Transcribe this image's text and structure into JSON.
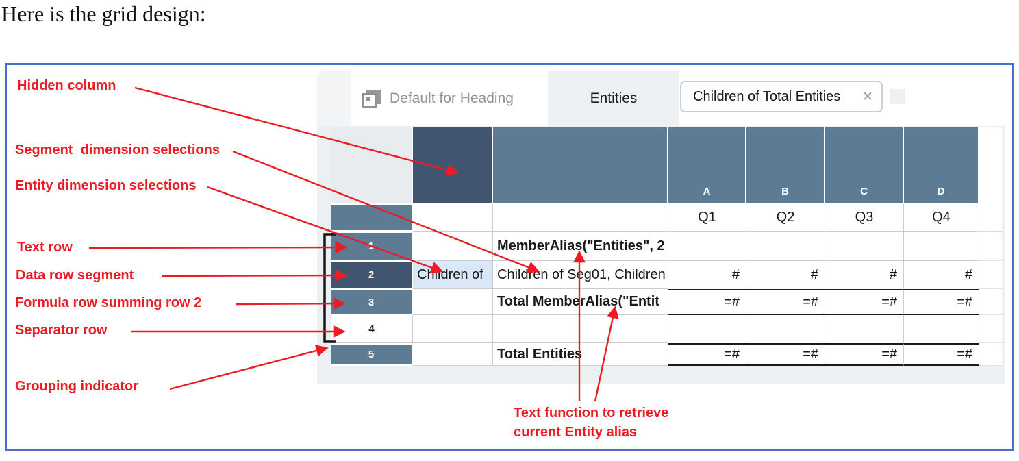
{
  "title": "Here is the grid design:",
  "toolbar": {
    "default_tab": {
      "label": "Default for Heading"
    },
    "entities_tab": {
      "label": "Entities"
    },
    "selection_chip": {
      "label": "Children of Total Entities",
      "close_glyph": "✕"
    }
  },
  "grid": {
    "column_letters": [
      "A",
      "B",
      "C",
      "D"
    ],
    "quarters": [
      "Q1",
      "Q2",
      "Q3",
      "Q4"
    ],
    "rows": [
      {
        "num": "1",
        "style": "blue",
        "hidden": "",
        "text": "MemberAlias(\"Entities\", 2",
        "bold": true,
        "values": [
          "",
          "",
          "",
          ""
        ],
        "thick": false
      },
      {
        "num": "2",
        "style": "dark",
        "hidden": "Children of",
        "text": "Children of Seg01, Children",
        "bold": false,
        "values": [
          "#",
          "#",
          "#",
          "#"
        ],
        "thick": false
      },
      {
        "num": "3",
        "style": "blue",
        "hidden": "",
        "text": "Total MemberAlias(\"Entit",
        "bold": true,
        "values": [
          "=#",
          "=#",
          "=#",
          "=#"
        ],
        "thick": true
      },
      {
        "num": "4",
        "style": "plain",
        "hidden": "",
        "text": "",
        "bold": false,
        "values": [
          "",
          "",
          "",
          ""
        ],
        "thick": false
      },
      {
        "num": "5",
        "style": "blue",
        "hidden": "",
        "text": "Total Entities",
        "bold": true,
        "values": [
          "=#",
          "=#",
          "=#",
          "=#"
        ],
        "thick": true
      }
    ]
  },
  "annotations": {
    "labels": [
      {
        "id": "hidden-column",
        "text": "Hidden column"
      },
      {
        "id": "segment-selections",
        "text": "Segment  dimension selections"
      },
      {
        "id": "entity-selections",
        "text": "Entity dimension selections"
      },
      {
        "id": "text-row",
        "text": "Text row"
      },
      {
        "id": "data-row-segment",
        "text": "Data row segment"
      },
      {
        "id": "formula-row",
        "text": "Formula row summing row 2"
      },
      {
        "id": "separator-row",
        "text": "Separator row"
      },
      {
        "id": "grouping-indicator",
        "text": "Grouping indicator"
      }
    ],
    "footnote": {
      "line1": "Text function to retrieve",
      "line2": "current Entity alias"
    }
  },
  "colors": {
    "annotation_red": "#ec1c24",
    "header_blue_gray": "#5d7b92",
    "header_dark_navy": "#415571",
    "selected_cell_blue": "#d9e7f6",
    "row_header_gray": "#e8ecef",
    "outer_border_blue": "#4673c1",
    "thick_rule_black": "#1b1b1b"
  }
}
